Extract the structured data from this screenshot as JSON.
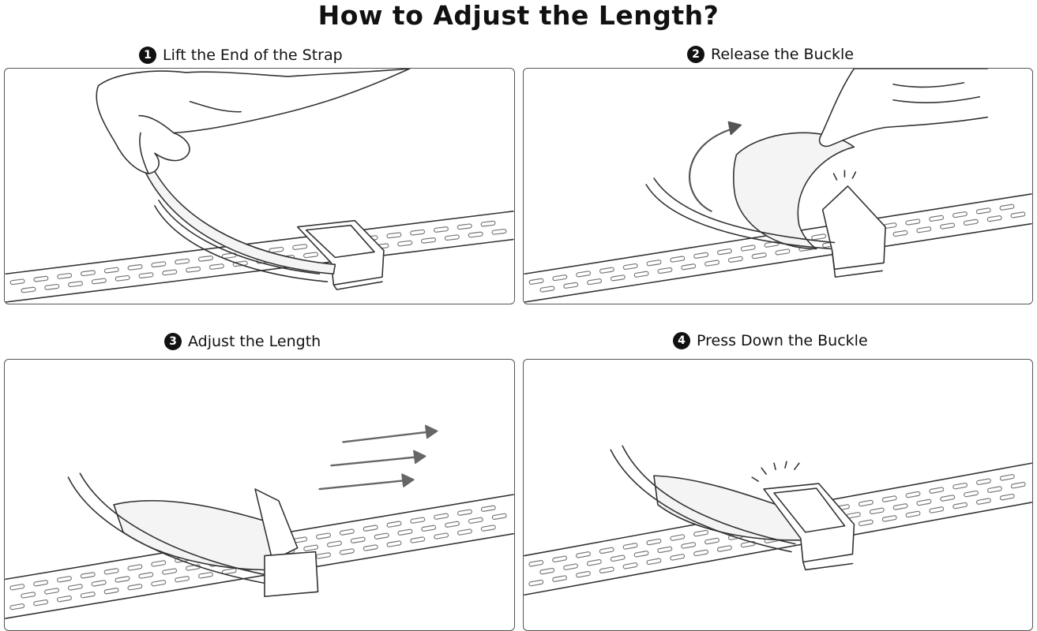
{
  "title": "How to Adjust the Length?",
  "steps": [
    {
      "number": "1",
      "label": "Lift the End of the Strap"
    },
    {
      "number": "2",
      "label": "Release the Buckle"
    },
    {
      "number": "3",
      "label": "Adjust the Length"
    },
    {
      "number": "4",
      "label": "Press Down the Buckle"
    }
  ],
  "colors": {
    "line": "#333333",
    "arrow": "#666666",
    "strap_fill": "#f4f4f4"
  }
}
